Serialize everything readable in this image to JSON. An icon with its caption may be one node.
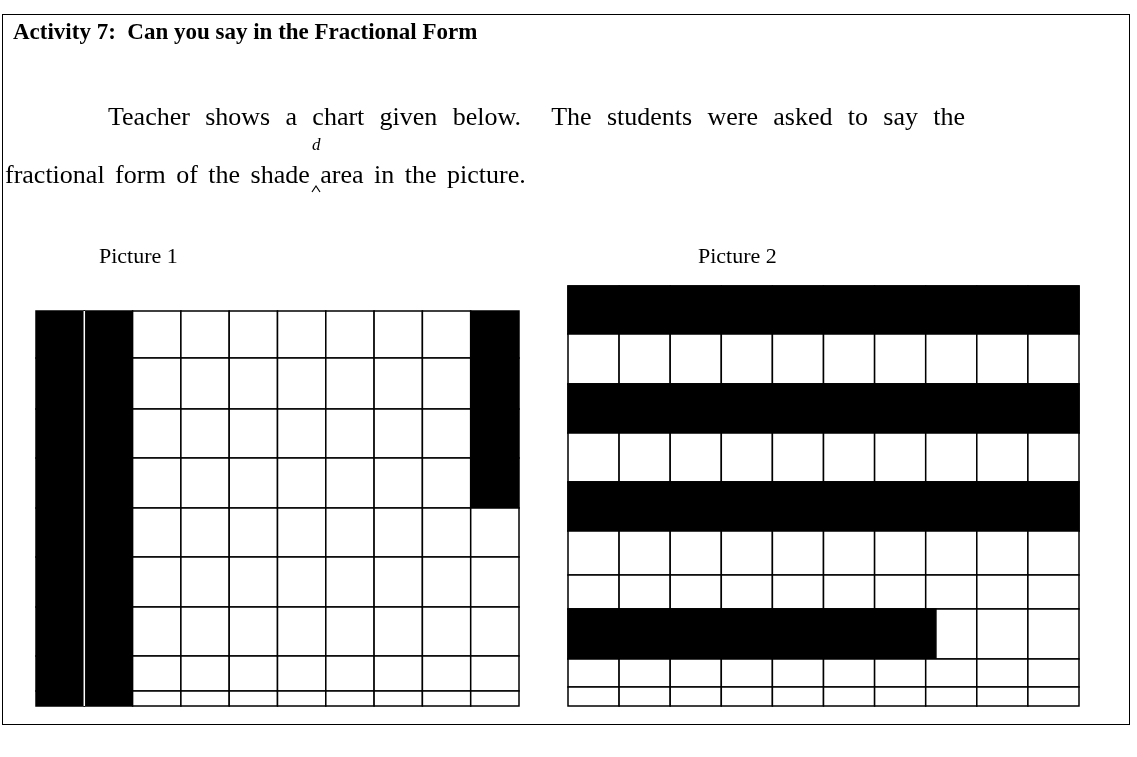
{
  "diagram": {
    "title": "Activity 7:  Can you say in the Fractional Form",
    "labels": [
      "Teacher shows a chart given below.  The students were asked to say the fractional form of the shade area in the picture.",
      "d",
      "Picture 1",
      "Picture 2"
    ]
  }
}
